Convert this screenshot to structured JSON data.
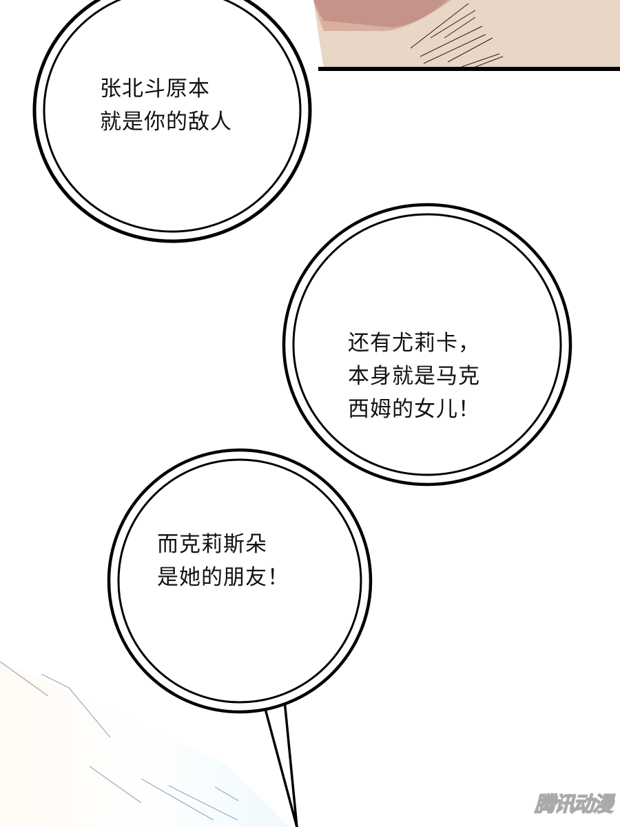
{
  "bubbles": [
    {
      "lines": [
        "张北斗原本",
        "就是你的敌人"
      ]
    },
    {
      "lines": [
        "还有尤莉卡，",
        "本身就是马克",
        "西姆的女儿！"
      ]
    },
    {
      "lines": [
        "而克莉斯朵",
        "是她的朋友！"
      ]
    }
  ],
  "watermark": "腾讯动漫",
  "colors": {
    "skin": "#e8d6c6",
    "shadow": "#c4948a",
    "shadow_edge": "#dcaea0",
    "outline": "#000000"
  }
}
